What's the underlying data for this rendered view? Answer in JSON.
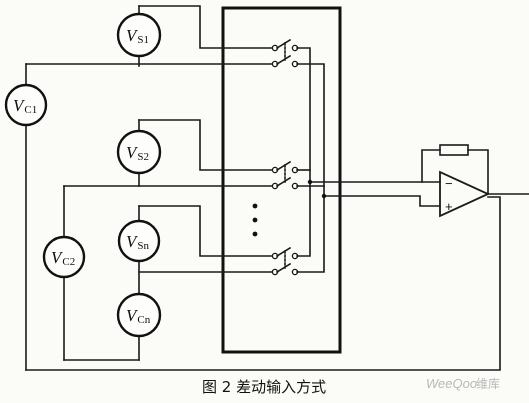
{
  "meters": {
    "vs1": {
      "main": "V",
      "sub": "S1"
    },
    "vc1": {
      "main": "V",
      "sub": "C1"
    },
    "vs2": {
      "main": "V",
      "sub": "S2"
    },
    "vc2": {
      "main": "V",
      "sub": "C2"
    },
    "vsn": {
      "main": "V",
      "sub": "Sn"
    },
    "vcn": {
      "main": "V",
      "sub": "Cn"
    }
  },
  "opamp": {
    "minus": "−",
    "plus": "+"
  },
  "ellipsis": "⋮",
  "caption": "图 2  差动输入方式",
  "watermark": {
    "brand": "WeeQoo",
    "suffix": "维库"
  }
}
